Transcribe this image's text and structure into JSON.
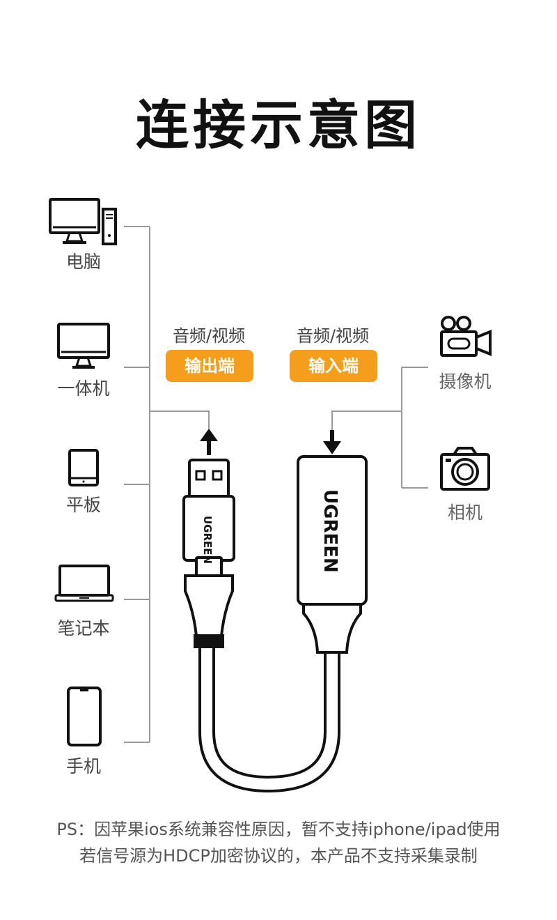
{
  "title": "连接示意图",
  "left_devices": [
    {
      "label": "电脑",
      "icon": "desktop-computer-icon"
    },
    {
      "label": "一体机",
      "icon": "all-in-one-monitor-icon"
    },
    {
      "label": "平板",
      "icon": "tablet-icon"
    },
    {
      "label": "笔记本",
      "icon": "laptop-icon"
    },
    {
      "label": "手机",
      "icon": "phone-icon"
    }
  ],
  "right_devices": [
    {
      "label": "摄像机",
      "icon": "video-camera-icon"
    },
    {
      "label": "相机",
      "icon": "photo-camera-icon"
    }
  ],
  "output_port": {
    "subtitle": "音频/视频",
    "badge": "输出端"
  },
  "input_port": {
    "subtitle": "音频/视频",
    "badge": "输入端"
  },
  "brand": "UGREEN",
  "colors": {
    "badge": "#f59e1b",
    "line": "#999999",
    "device": "#111111"
  },
  "notes": [
    "PS：因苹果ios系统兼容性原因，暂不支持iphone/ipad使用",
    "若信号源为HDCP加密协议的，本产品不支持采集录制"
  ]
}
